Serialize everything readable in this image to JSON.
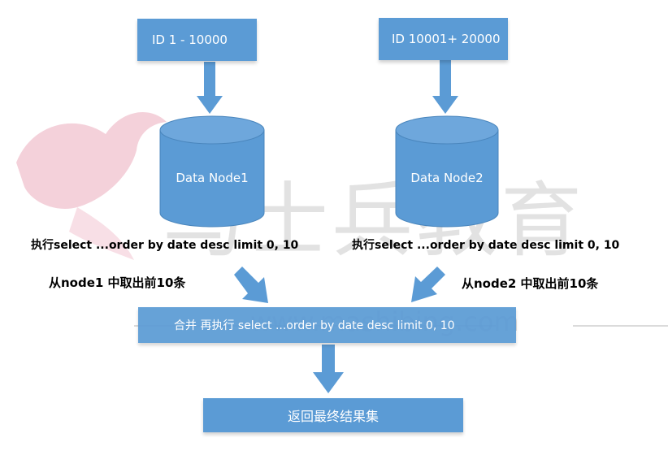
{
  "colors": {
    "shape_fill": "#5b9bd5",
    "shape_stroke": "#4a86bd",
    "text_on_shape": "#ffffff",
    "label_text": "#000000",
    "watermark": "#c8c8c8",
    "watermark_logo": "#f2c6d2"
  },
  "boxes": {
    "range1": "ID  1 - 10000",
    "range2": "ID  10001+ 20000",
    "merge": "合并  再执行 select ...order by date desc limit 0, 10",
    "result": "返回最终结果集"
  },
  "nodes": {
    "node1": "Data Node1",
    "node2": "Data Node2"
  },
  "labels": {
    "query1": "执行select ...order by date desc limit 0, 10",
    "query2": "执行select ...order by date desc limit 0, 10",
    "take1": "从node1 中取出前10条",
    "take2": "从node2  中取出前10条"
  },
  "watermark": {
    "title": "马士兵教育",
    "url": "www.mashibing.com"
  }
}
